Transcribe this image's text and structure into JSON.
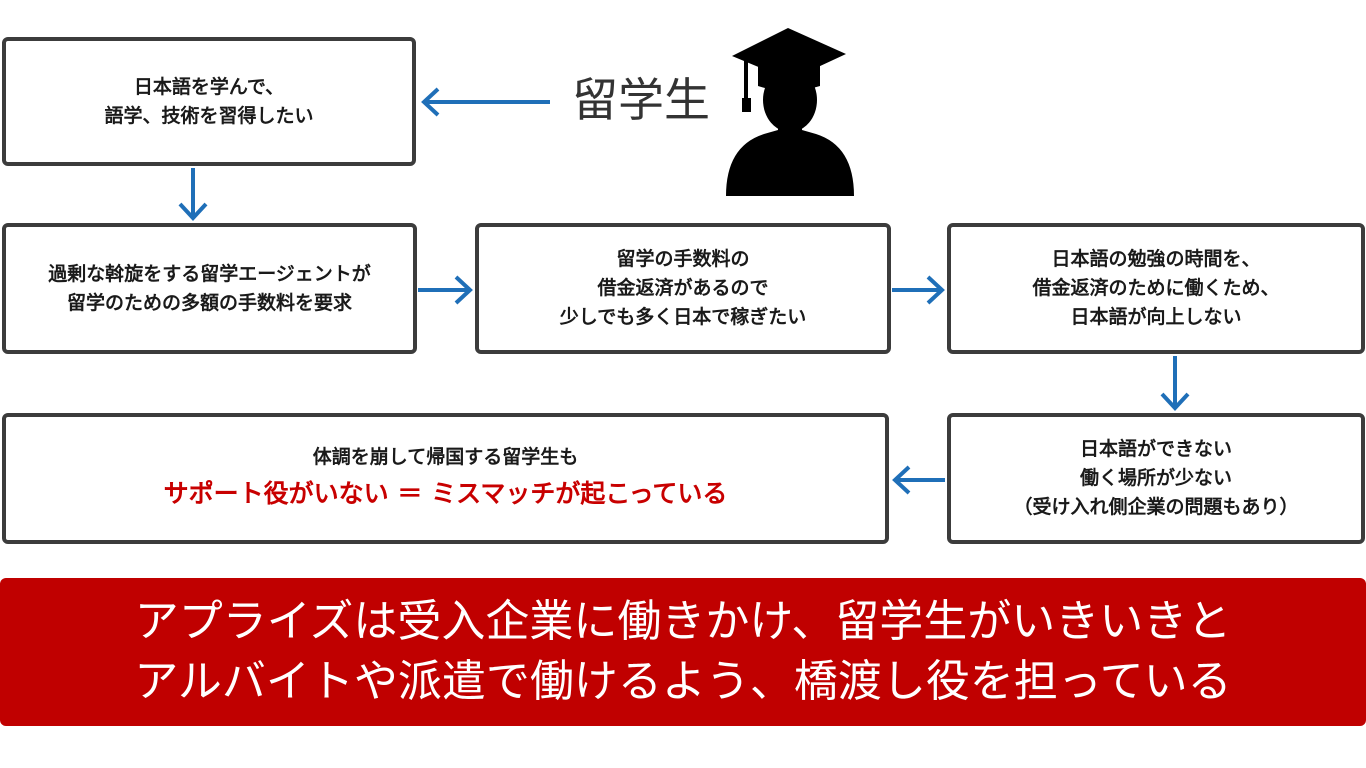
{
  "student": {
    "label": "留学生",
    "icon": "graduate-student-icon"
  },
  "boxes": {
    "goal": {
      "lines": [
        "日本語を学んで、",
        "語学、技術を習得したい"
      ]
    },
    "agent_fee": {
      "lines": [
        "過剰な斡旋をする留学エージェントが",
        "留学のための多額の手数料を要求"
      ]
    },
    "repay_debt": {
      "lines": [
        "留学の手数料の",
        "借金返済があるので",
        "少しでも多く日本で稼ぎたい"
      ]
    },
    "no_study_time": {
      "lines": [
        "日本語の勉強の時間を、",
        "借金返済のために働くため、",
        "日本語が向上しない"
      ]
    },
    "no_workplace": {
      "lines": [
        "日本語ができない",
        "働く場所が少ない",
        "（受け入れ側企業の問題もあり）"
      ]
    },
    "result": {
      "line": "体調を崩して帰国する留学生も",
      "accent": "サポート役がいない ＝ ミスマッチが起こっている"
    }
  },
  "banner": {
    "lines": [
      "アプライズは受入企業に働きかけ、留学生がいきいきと",
      "アルバイトや派遣で働けるよう、橋渡し役を担っている"
    ]
  },
  "colors": {
    "arrow": "#1f6fb8",
    "box_border": "#3c3c3c",
    "accent_text": "#c80000",
    "banner_bg": "#c00000",
    "banner_text": "#ffffff"
  }
}
